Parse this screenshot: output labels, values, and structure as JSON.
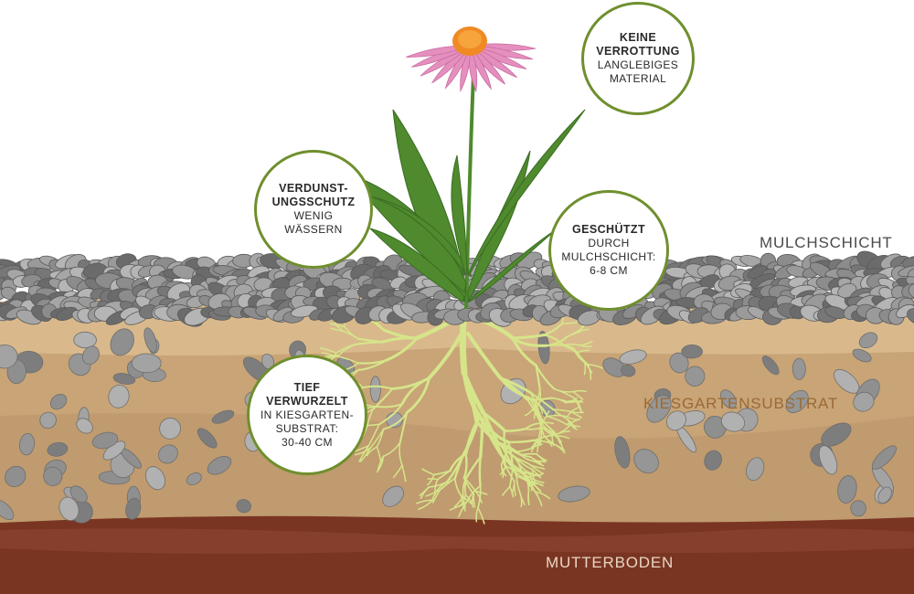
{
  "colors": {
    "bubble_border": "#6f8f2e",
    "mulch_label": "#4a4a4a",
    "substrate_label": "#9a6a35",
    "topsoil_label": "#e7d6c2",
    "roots": "#d6e58a",
    "petals": "#e58fbf",
    "flower_center": "#f08a24",
    "leaves": "#4f8a2e"
  },
  "layers": {
    "mulch": "MULCHSCHICHT",
    "substrate": "KIESGARTENSUBSTRAT",
    "topsoil": "MUTTERBODEN"
  },
  "callouts": {
    "rot": {
      "title": "KEINE\nVERROTTUNG",
      "text": "LANGLEBIGES\nMATERIAL"
    },
    "evaporation": {
      "title": "VERDUNST-\nUNGSSCHUTZ",
      "text": "WENIG\nWÄSSERN"
    },
    "protected": {
      "title": "GESCHÜTZT",
      "text": "DURCH\nMULCHSCHICHT:\n6-8 CM"
    },
    "rooted": {
      "title": "TIEF\nVERWURZELT",
      "text": "IN KIESGARTEN-\nSUBSTRAT:\n30-40 CM"
    }
  },
  "icons": {
    "plant": "coneflower-icon",
    "roots": "root-system-icon",
    "mulch": "gravel-icon"
  }
}
